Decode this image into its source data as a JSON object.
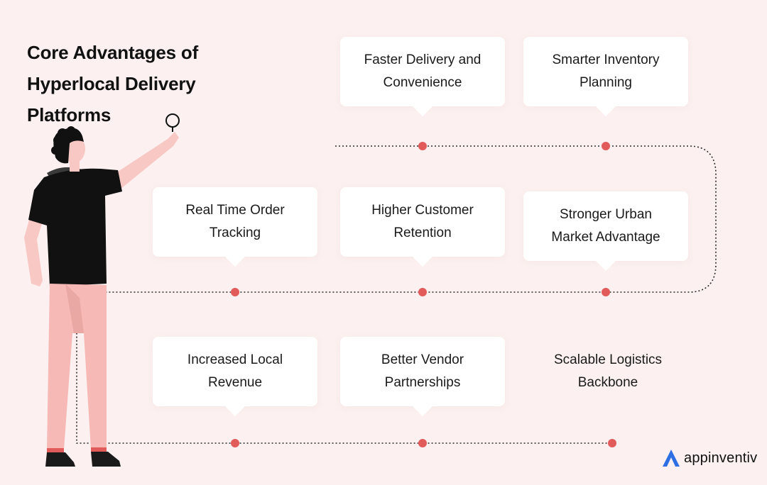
{
  "title": {
    "line1": "Core Advantages of",
    "line2": "Hyperlocal Delivery",
    "line3": "Platforms"
  },
  "cards": [
    {
      "line1": "Faster Delivery and",
      "line2": "Convenience"
    },
    {
      "line1": "Smarter Inventory",
      "line2": "Planning"
    },
    {
      "line1": "Real Time Order",
      "line2": "Tracking"
    },
    {
      "line1": "Higher Customer",
      "line2": "Retention"
    },
    {
      "line1": "Stronger Urban",
      "line2": "Market Advantage"
    },
    {
      "line1": "Increased Local",
      "line2": "Revenue"
    },
    {
      "line1": "Better Vendor",
      "line2": "Partnerships"
    },
    {
      "line1": "Scalable Logistics",
      "line2": "Backbone"
    }
  ],
  "brand": {
    "name": "appinventiv",
    "icon": "appinventiv-logo-icon"
  },
  "colors": {
    "background": "#fcf1f0",
    "dot": "#e25b5b",
    "path": "#2a2a2a",
    "shirt": "#111111",
    "pants": "#f6b9b6",
    "skin": "#f8c8c4",
    "brand_blue": "#2f6fe4"
  }
}
